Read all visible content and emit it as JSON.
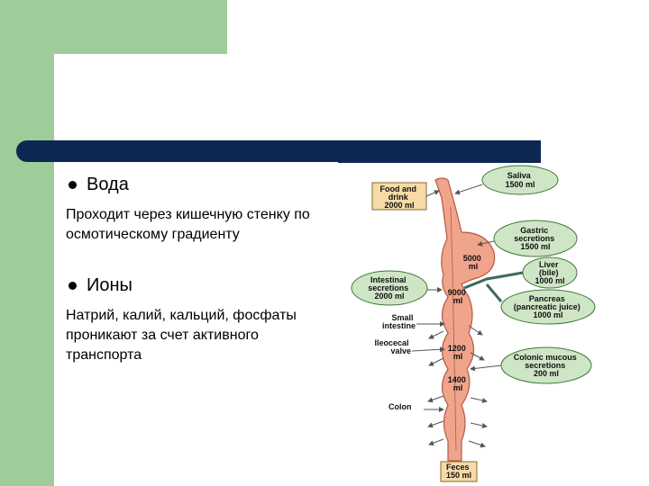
{
  "bullets": [
    {
      "title": "Вода",
      "text": "Проходит через кишечную стенку по осмотическому градиенту"
    },
    {
      "title": "Ионы",
      "text": "Натрий, калий, кальций, фосфаты проникают за счет активного транспорта"
    }
  ],
  "diagram": {
    "food": [
      "Food and",
      "drink",
      "2000 ml"
    ],
    "saliva": [
      "Saliva",
      "1500 ml"
    ],
    "gastric": [
      "Gastric",
      "secretions",
      "1500 ml"
    ],
    "liver": [
      "Liver",
      "(bile)",
      "1000 ml"
    ],
    "pancreas": [
      "Pancreas",
      "(pancreatic juice)",
      "1000 ml"
    ],
    "colonic": [
      "Colonic mucous",
      "secretions",
      "200 ml"
    ],
    "intestinal": [
      "Intestinal",
      "secretions",
      "2000 ml"
    ],
    "small_intestine": [
      "Small",
      "intestine"
    ],
    "ileocecal": [
      "Ileocecal",
      "valve"
    ],
    "colon": "Colon",
    "feces": [
      "Feces",
      "150 ml"
    ],
    "vol_5000": [
      "5000",
      "ml"
    ],
    "vol_9000": [
      "9000",
      "ml"
    ],
    "vol_1200": [
      "1200",
      "ml"
    ],
    "vol_1400": [
      "1400",
      "ml"
    ]
  },
  "colors": {
    "green": "#9fcd99",
    "title_bar": "#0c2852",
    "pink": "#f0a48c",
    "oval": "#cfe6c6",
    "box": "#f6dba8"
  }
}
